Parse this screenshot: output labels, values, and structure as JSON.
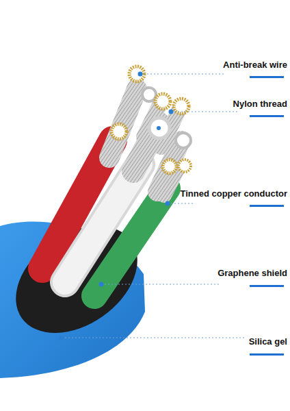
{
  "diagram": {
    "labels": [
      "Anti-break wire",
      "Nylon thread",
      "Tinned copper conductor",
      "Graphene shield",
      "Silica gel"
    ]
  }
}
